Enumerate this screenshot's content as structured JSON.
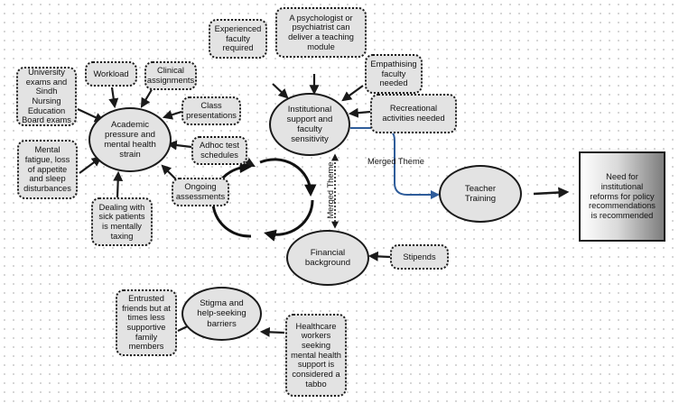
{
  "diagram": {
    "central_nodes": {
      "academic": "Academic pressure and mental health strain",
      "institutional": "Institutional support and faculty sensitivity",
      "financial": "Financial background",
      "stigma": "Stigma and help-seeking barriers",
      "teacher_training": "Teacher Training",
      "final": "Need for institutional reforms for policy recommendations is recommended"
    },
    "academic_factors": {
      "university_exams": "University exams and Sindh Nursing Education Board exams",
      "workload": "Workload",
      "clinical": "Clinical assignments",
      "class_presentations": "Class presentations",
      "adhoc_tests": "Adhoc test schedules",
      "ongoing_assessments": "Ongoing assessments",
      "mental_fatigue": "Mental fatigue, loss of appetite and sleep disturbances",
      "sick_patients": "Dealing with sick patients is mentally taxing"
    },
    "institutional_factors": {
      "experienced_faculty": "Experienced faculty required",
      "psychologist": "A psychologist or psychiatrist can deliver a teaching module",
      "empathising": "Empathising faculty needed",
      "recreational": "Recreational activities needed"
    },
    "financial_factors": {
      "stipends": "Stipends"
    },
    "stigma_factors": {
      "entrusted_friends": "Entrusted friends but at times less supportive family members",
      "healthcare_workers": "Healthcare workers seeking mental health support is considered a tabbo"
    },
    "edge_labels": {
      "merged_theme_horizontal": "Merged Theme",
      "merged_theme_vertical": "Merged Theme"
    },
    "colors": {
      "node_fill": "#e3e3e3",
      "stroke": "#1a1a1a",
      "merged_arrow": "#2e5c9a"
    }
  }
}
